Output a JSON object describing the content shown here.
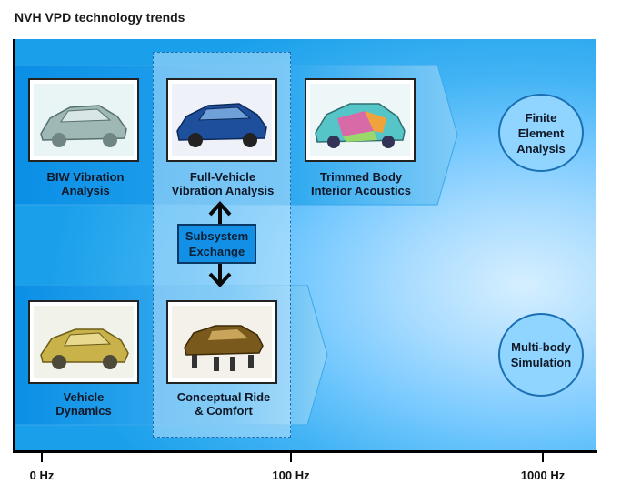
{
  "title": "NVH VPD technology trends",
  "axis": {
    "ticks": [
      "0 Hz",
      "100 Hz",
      "1000 Hz"
    ]
  },
  "fea_row": {
    "items": [
      {
        "label": "BIW Vibration\nAnalysis",
        "icon": "biw-car-body-icon"
      },
      {
        "label": "Full-Vehicle\nVibration Analysis",
        "icon": "full-vehicle-car-icon"
      },
      {
        "label": "Trimmed Body\nInterior Acoustics",
        "icon": "trimmed-body-icon"
      }
    ],
    "category": "Finite\nElement\nAnalysis"
  },
  "mbs_row": {
    "items": [
      {
        "label": "Vehicle\nDynamics",
        "icon": "vehicle-dynamics-car-icon"
      },
      {
        "label": "Conceptual Ride\n& Comfort",
        "icon": "conceptual-ride-car-icon"
      }
    ],
    "category": "Multi-body\nSimulation"
  },
  "exchange": {
    "label": "Subsystem\nExchange"
  },
  "colors": {
    "band": "#0f96ea",
    "band_light": "#62c0f5",
    "exchange": "#1390e6",
    "circle": "#8fd5ff",
    "axis": "#000000"
  }
}
